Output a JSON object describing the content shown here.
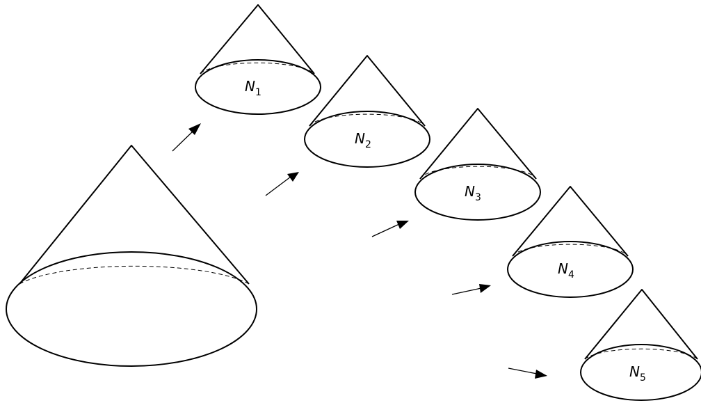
{
  "diagram": {
    "source_cone": {
      "name": ""
    },
    "cones": [
      {
        "letter": "N",
        "sub": "1"
      },
      {
        "letter": "N",
        "sub": "2"
      },
      {
        "letter": "N",
        "sub": "3"
      },
      {
        "letter": "N",
        "sub": "4"
      },
      {
        "letter": "N",
        "sub": "5"
      }
    ],
    "arrow_count": 5
  }
}
